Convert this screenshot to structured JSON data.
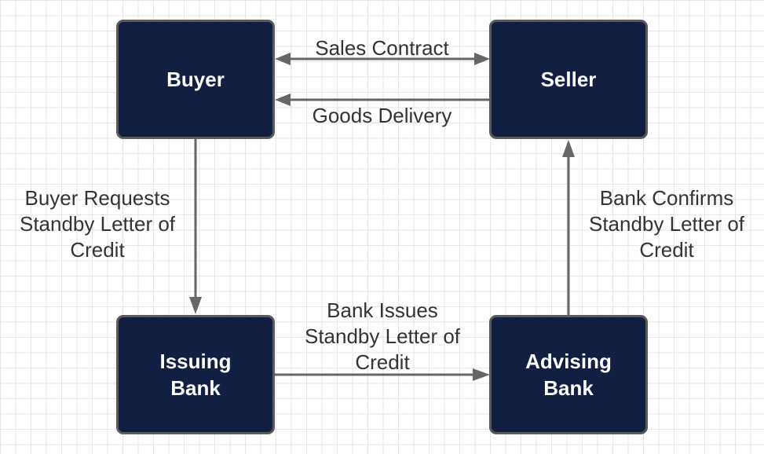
{
  "nodes": {
    "buyer": "Buyer",
    "seller": "Seller",
    "issuing_bank": "Issuing\nBank",
    "advising_bank": "Advising\nBank"
  },
  "edges": {
    "sales_contract": "Sales Contract",
    "goods_delivery": "Goods Delivery",
    "buyer_requests": "Buyer Requests\nStandby Letter of\nCredit",
    "bank_issues": "Bank Issues\nStandby Letter of\nCredit",
    "bank_confirms": "Bank Confirms\nStandby Letter of\nCredit"
  },
  "colors": {
    "node_fill": "#121f42",
    "node_border": "#5a5a5a",
    "node_text": "#ffffff",
    "edge": "#666666",
    "edge_text": "#333333"
  }
}
